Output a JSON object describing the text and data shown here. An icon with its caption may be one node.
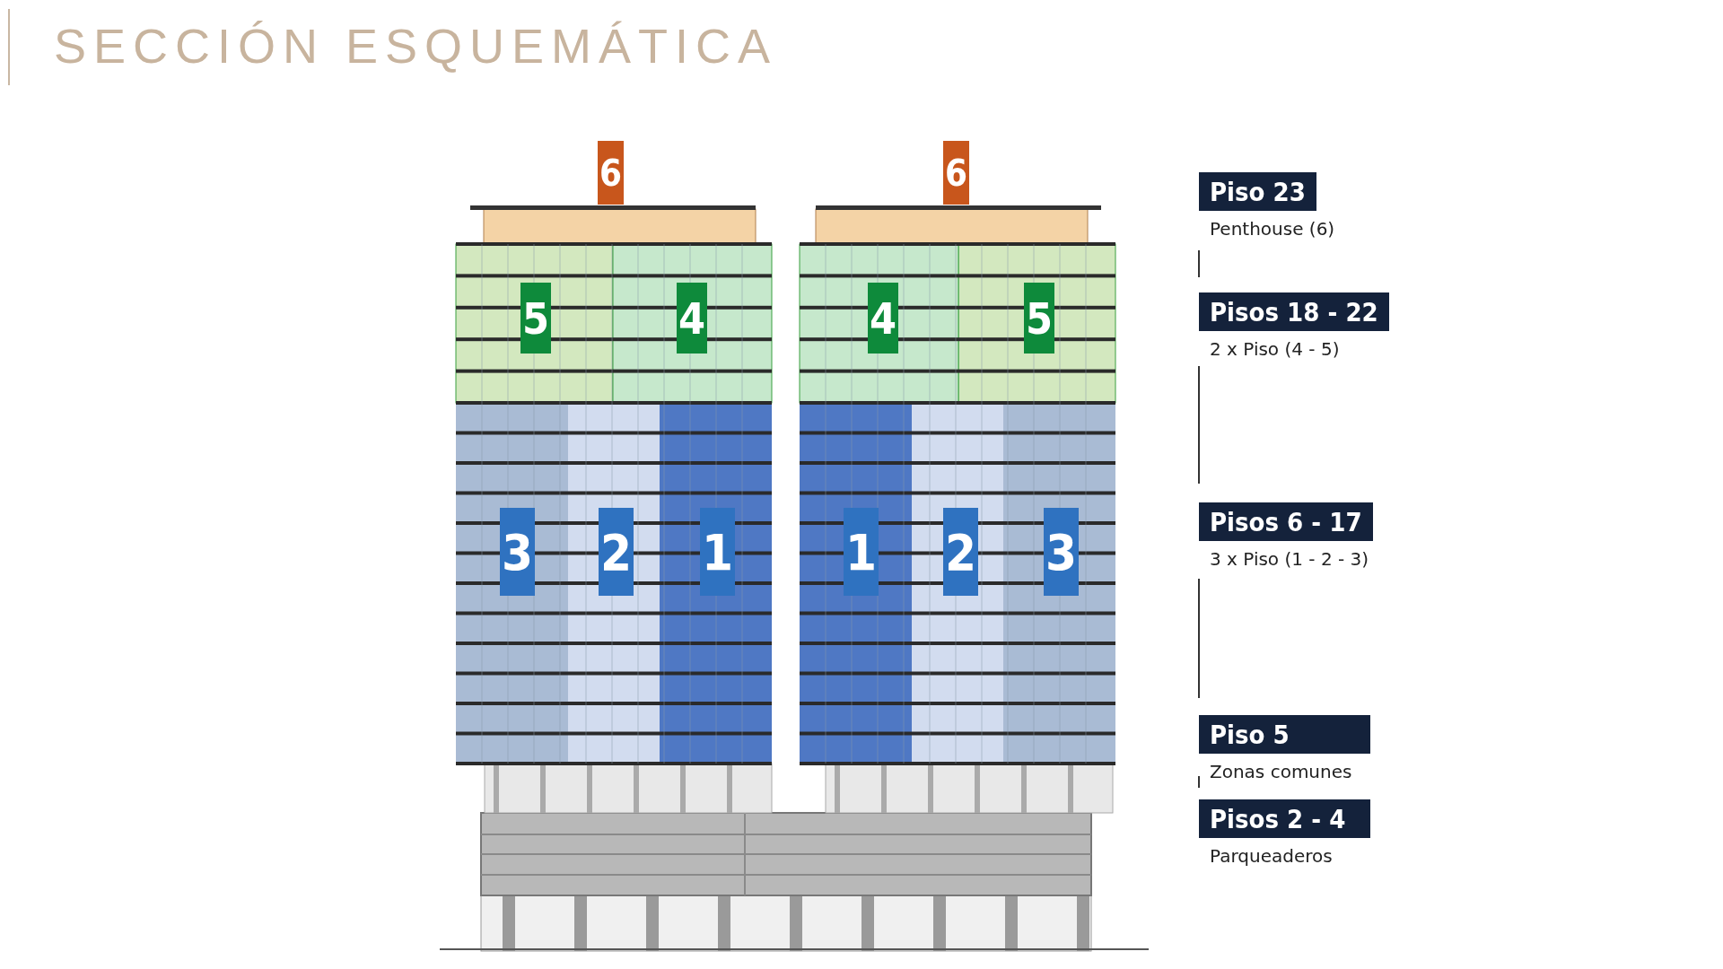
{
  "diagram": {
    "title": "SECCIÓN ESQUEMÁTICA",
    "nodes": [
      {
        "text": [
          "6"
        ]
      },
      {
        "text": [
          "6"
        ]
      },
      {
        "text": [
          "5"
        ]
      },
      {
        "text": [
          "4"
        ]
      },
      {
        "text": [
          "4"
        ]
      },
      {
        "text": [
          "5"
        ]
      },
      {
        "text": [
          "3"
        ]
      },
      {
        "text": [
          "2"
        ]
      },
      {
        "text": [
          "1"
        ]
      },
      {
        "text": [
          "1"
        ]
      },
      {
        "text": [
          "2"
        ]
      },
      {
        "text": [
          "3"
        ]
      },
      {
        "text": [
          "Piso 23"
        ],
        "beside": [
          "Penthouse (6)"
        ]
      },
      {
        "text": [
          "Pisos 18 - 22"
        ],
        "beside": [
          "2 x Piso (4 - 5)"
        ]
      },
      {
        "text": [
          "Pisos 6 - 17"
        ],
        "beside": [
          "3 x Piso (1 - 2 - 3)"
        ]
      },
      {
        "text": [
          "Piso 5"
        ],
        "beside": [
          "Zonas comunes"
        ]
      },
      {
        "text": [
          "Pisos 2 - 4"
        ],
        "beside": [
          "Parqueaderos"
        ]
      }
    ],
    "edges": []
  }
}
